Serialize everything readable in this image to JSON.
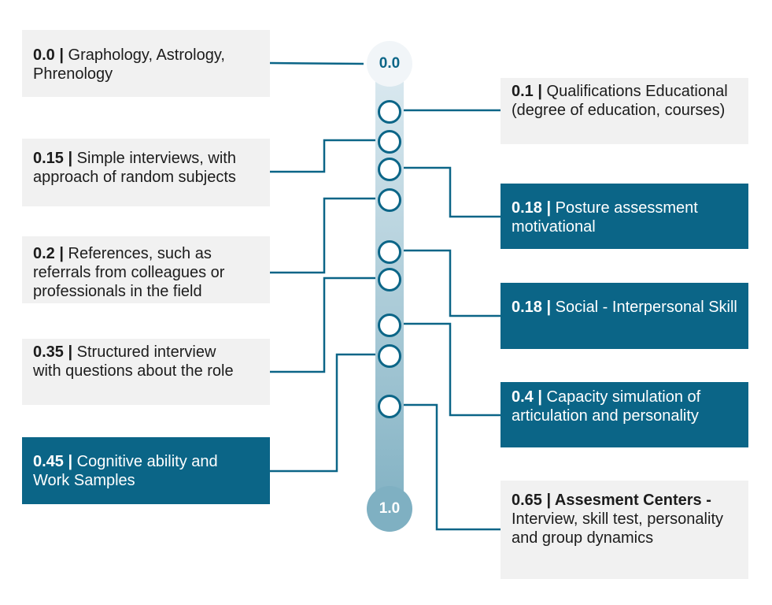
{
  "scale": {
    "start": "0.0",
    "end": "1.0"
  },
  "left": [
    {
      "score": "0.0",
      "text": "Graphology, Astrology, Phrenology"
    },
    {
      "score": "0.15",
      "text": "Simple interviews, with approach of random subjects"
    },
    {
      "score": "0.2",
      "text": "References, such as referrals from colleagues or professionals in the field"
    },
    {
      "score": "0.35",
      "text": "Structured interview with questions about the role"
    },
    {
      "score": "0.45",
      "text": "Cognitive ability and Work Samples"
    }
  ],
  "right": [
    {
      "score": "0.1",
      "text": "Qualifications Educational (degree of education, courses)"
    },
    {
      "score": "0.18",
      "text": "Posture assessment motivational"
    },
    {
      "score": "0.18",
      "text": "Social - Interpersonal Skill"
    },
    {
      "score": "0.4",
      "text": "Capacity simulation of articulation and personality"
    },
    {
      "score": "0.65",
      "bold": "Assesment Centers -",
      "text": "Interview, skill test, personality and group dynamics"
    }
  ],
  "colors": {
    "accent": "#0b6587",
    "box": "#f1f1f1"
  }
}
